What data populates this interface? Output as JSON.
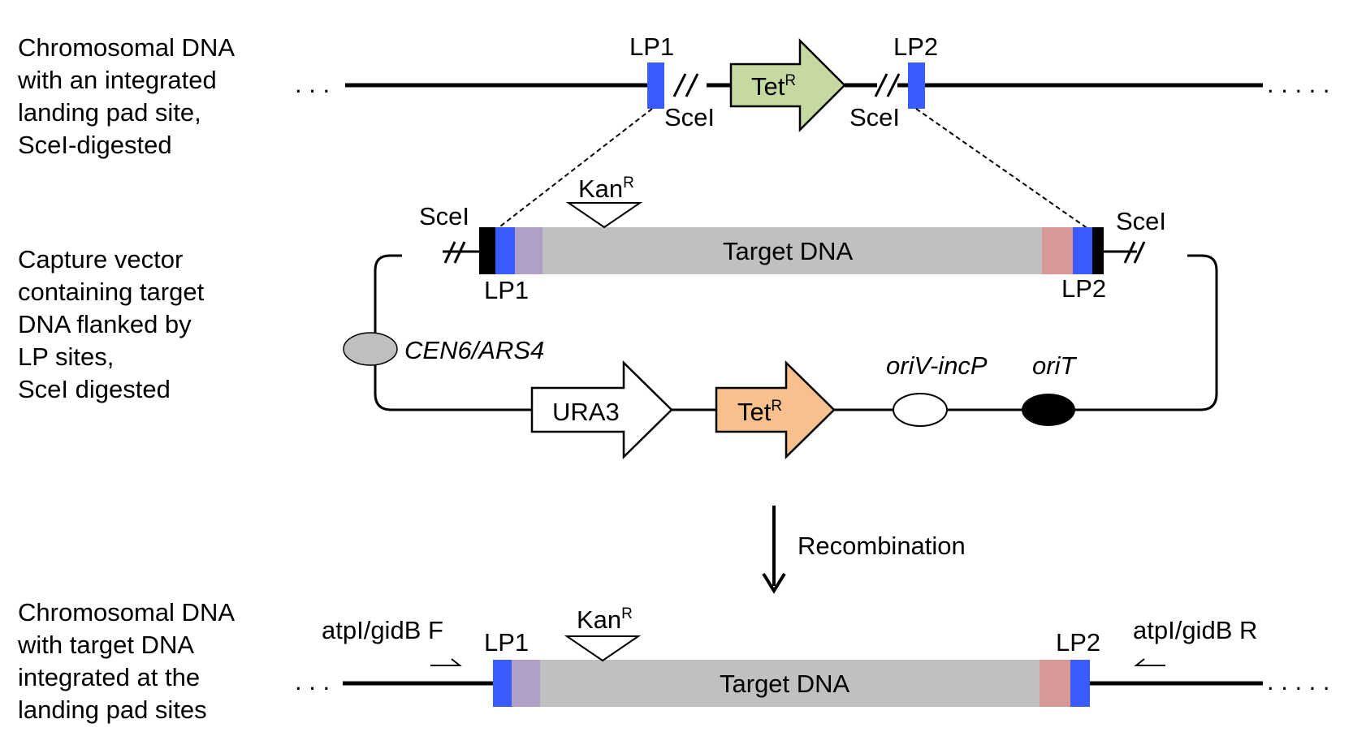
{
  "rows": {
    "chromosome": {
      "caption": [
        "Chromosomal DNA",
        "with an integrated",
        "landing pad site,",
        "SceI-digested"
      ],
      "lp1": "LP1",
      "lp2": "LP2",
      "scei_left": "SceI",
      "scei_right": "SceI",
      "tet_gene": "Tet",
      "tet_sup": "R",
      "ellipsis_left": ". . .",
      "ellipsis_right": ". . . . ."
    },
    "vector": {
      "caption": [
        "Capture vector",
        "containing target",
        "DNA flanked by",
        "LP sites,",
        "SceI digested"
      ],
      "scei_left": "SceI",
      "scei_right": "SceI",
      "kan": "Kan",
      "kan_sup": "R",
      "target": "Target DNA",
      "lp1": "LP1",
      "lp2": "LP2",
      "cen": "CEN6/ARS4",
      "ura": "URA3",
      "tet": "Tet",
      "tet_sup": "R",
      "oriv": "oriV-incP",
      "orit": "oriT"
    },
    "step": {
      "label": "Recombination"
    },
    "result": {
      "caption": [
        "Chromosomal DNA",
        "with target DNA",
        "integrated at the",
        "landing pad sites"
      ],
      "primer_f": "atpI/gidB F",
      "primer_r": "atpI/gidB R",
      "lp1": "LP1",
      "lp2": "LP2",
      "kan": "Kan",
      "kan_sup": "R",
      "target": "Target DNA",
      "ellipsis_left": ". . .",
      "ellipsis_right": ". . . . ."
    }
  },
  "colors": {
    "lp_site": "#3a5bff",
    "lp_flank_left": "#b0a0c8",
    "lp_flank_right": "#d89898",
    "target": "#c0c0c0",
    "tet_chromosome": "#c6d9a0",
    "tet_vector": "#f7c08c",
    "cen": "#bfbfbf",
    "scei_end": "#000000"
  }
}
